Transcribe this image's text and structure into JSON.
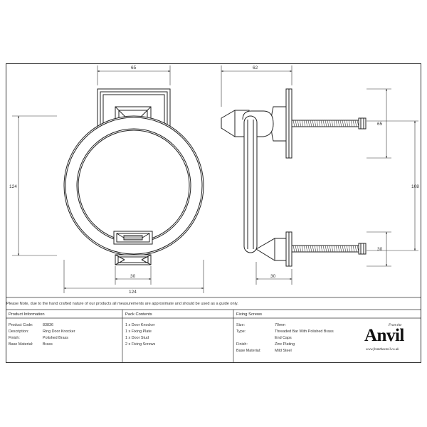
{
  "dimensions": {
    "front_top_width": "65",
    "front_height": "124",
    "front_bottom_width": "124",
    "front_base_width": "30",
    "side_top_depth": "62",
    "side_upper_height": "65",
    "side_total_height": "108",
    "side_lower_height": "30",
    "side_bottom_depth": "30"
  },
  "note": "Please Note, due to the hand crafted nature of our products all measurements are approximate and should be used as a guide only.",
  "product_info": {
    "header": "Product Information",
    "rows": [
      {
        "label": "Product Code:",
        "value": "83836"
      },
      {
        "label": "Description:",
        "value": "Ring Door Knocker"
      },
      {
        "label": "Finish:",
        "value": "Polished Brass"
      },
      {
        "label": "Base Material:",
        "value": "Brass"
      }
    ]
  },
  "pack_contents": {
    "header": "Pack Contents",
    "items": [
      "1 x Door Knocker",
      "1 x Fixing Plate",
      "1 x Door Stud",
      "2 x Fixing Screws"
    ]
  },
  "fixing_screws": {
    "header": "Fixing Screws",
    "rows": [
      {
        "label": "Size:",
        "value": "70mm"
      },
      {
        "label": "Type:",
        "value": "Threaded Bar With Polished Brass"
      },
      {
        "label": "",
        "value": "End Caps"
      },
      {
        "label": "Finish:",
        "value": "Zinc Plating"
      },
      {
        "label": "Base Material:",
        "value": "Mild Steel"
      }
    ]
  },
  "logo": {
    "tagline": "From the",
    "brand": "Anvil",
    "url": "www.fromtheanvil.co.uk"
  }
}
